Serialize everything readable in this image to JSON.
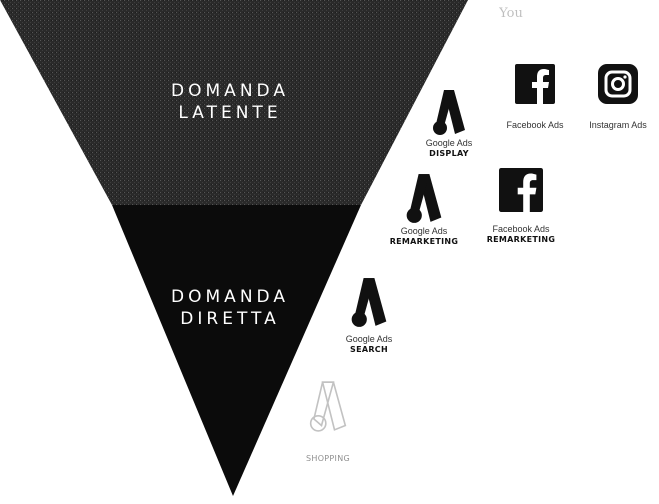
{
  "funnel": {
    "stages": [
      {
        "lines": [
          "DOMANDA",
          "LATENTE"
        ]
      },
      {
        "lines": [
          "DOMANDA",
          "DIRETTA"
        ]
      }
    ]
  },
  "channels": {
    "top_corner": "You",
    "google_display": {
      "brand": "Google Ads",
      "campaign": "DISPLAY"
    },
    "facebook_ads": {
      "brand": "Facebook Ads"
    },
    "instagram_ads": {
      "brand": "Instagram Ads"
    },
    "google_remarketing": {
      "brand": "Google Ads",
      "campaign": "REMARKETING"
    },
    "facebook_remarketing": {
      "brand": "Facebook Ads",
      "campaign": "REMARKETING"
    },
    "google_search": {
      "brand": "Google Ads",
      "campaign": "SEARCH"
    },
    "google_shopping": {
      "campaign": "SHOPPING"
    }
  },
  "colors": {
    "funnel_top": "#2a2a2a",
    "funnel_bottom": "#0a0a0a",
    "icon": "#111111",
    "text_on_dark": "#ffffff"
  }
}
